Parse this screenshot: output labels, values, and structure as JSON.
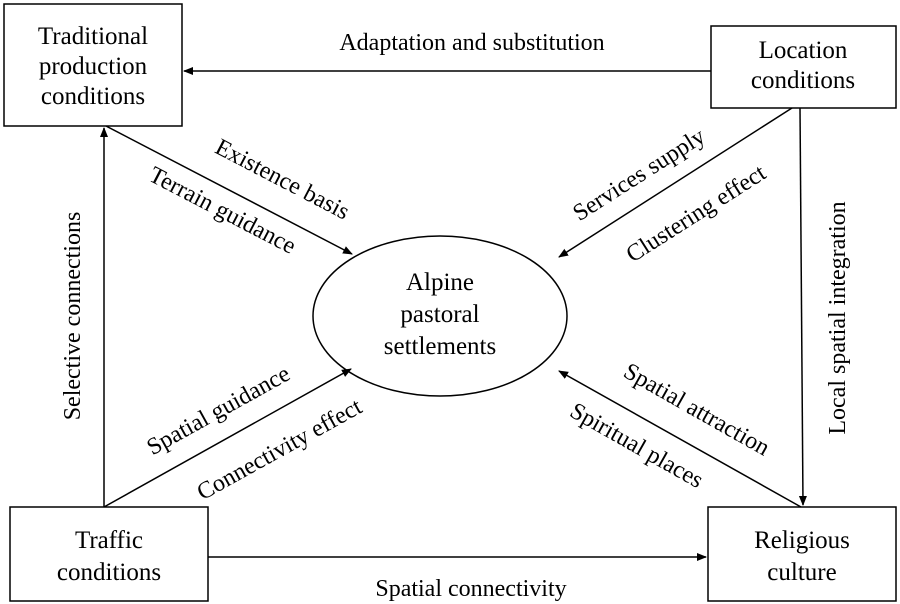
{
  "nodes": {
    "traditional": [
      "Traditional",
      "production",
      "conditions"
    ],
    "location": [
      "Location",
      "conditions"
    ],
    "center": [
      "Alpine",
      "pastoral",
      "settlements"
    ],
    "traffic": [
      "Traffic",
      "conditions"
    ],
    "religious": [
      "Religious",
      "culture"
    ]
  },
  "edges": {
    "adaptation": "Adaptation and substitution",
    "existence": "Existence basis",
    "terrain": "Terrain guidance",
    "services": "Services supply",
    "clustering": "Clustering effect",
    "local_integration": "Local spatial integration",
    "selective": "Selective connections",
    "spatial_guidance": "Spatial guidance",
    "connectivity_effect": "Connectivity effect",
    "spatial_attraction": "Spatial attraction",
    "spiritual": "Spiritual places",
    "spatial_connectivity": "Spatial connectivity"
  }
}
